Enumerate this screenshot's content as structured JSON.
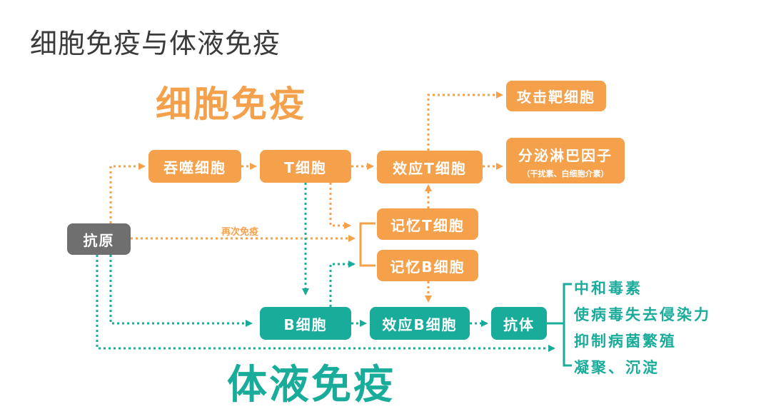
{
  "page": {
    "title": "细胞免疫与体液免疫"
  },
  "sections": {
    "cellular": "细胞免疫",
    "humoral": "体液免疫"
  },
  "nodes": {
    "antigen": "抗原",
    "phagocyte": "吞噬细胞",
    "t_cell": "T细胞",
    "effector_t": "效应T细胞",
    "attack_target": "攻击靶细胞",
    "secrete_lymphokine": "分泌淋巴因子",
    "secrete_lymphokine_note": "（干扰素、白细胞介素）",
    "memory_t": "记忆T细胞",
    "memory_b": "记忆B细胞",
    "b_cell": "B细胞",
    "effector_b": "效应B细胞",
    "antibody": "抗体"
  },
  "edge_labels": {
    "reimmunization": "再次免疫"
  },
  "antibody_effects": [
    "中和毒素",
    "使病毒失去侵染力",
    "抑制病菌繁殖",
    "凝聚、沉淀"
  ],
  "colors": {
    "cellular": "#f5a04b",
    "humoral": "#1aac9a",
    "antigen": "#6f6f6f",
    "title": "#3a3a3a"
  }
}
